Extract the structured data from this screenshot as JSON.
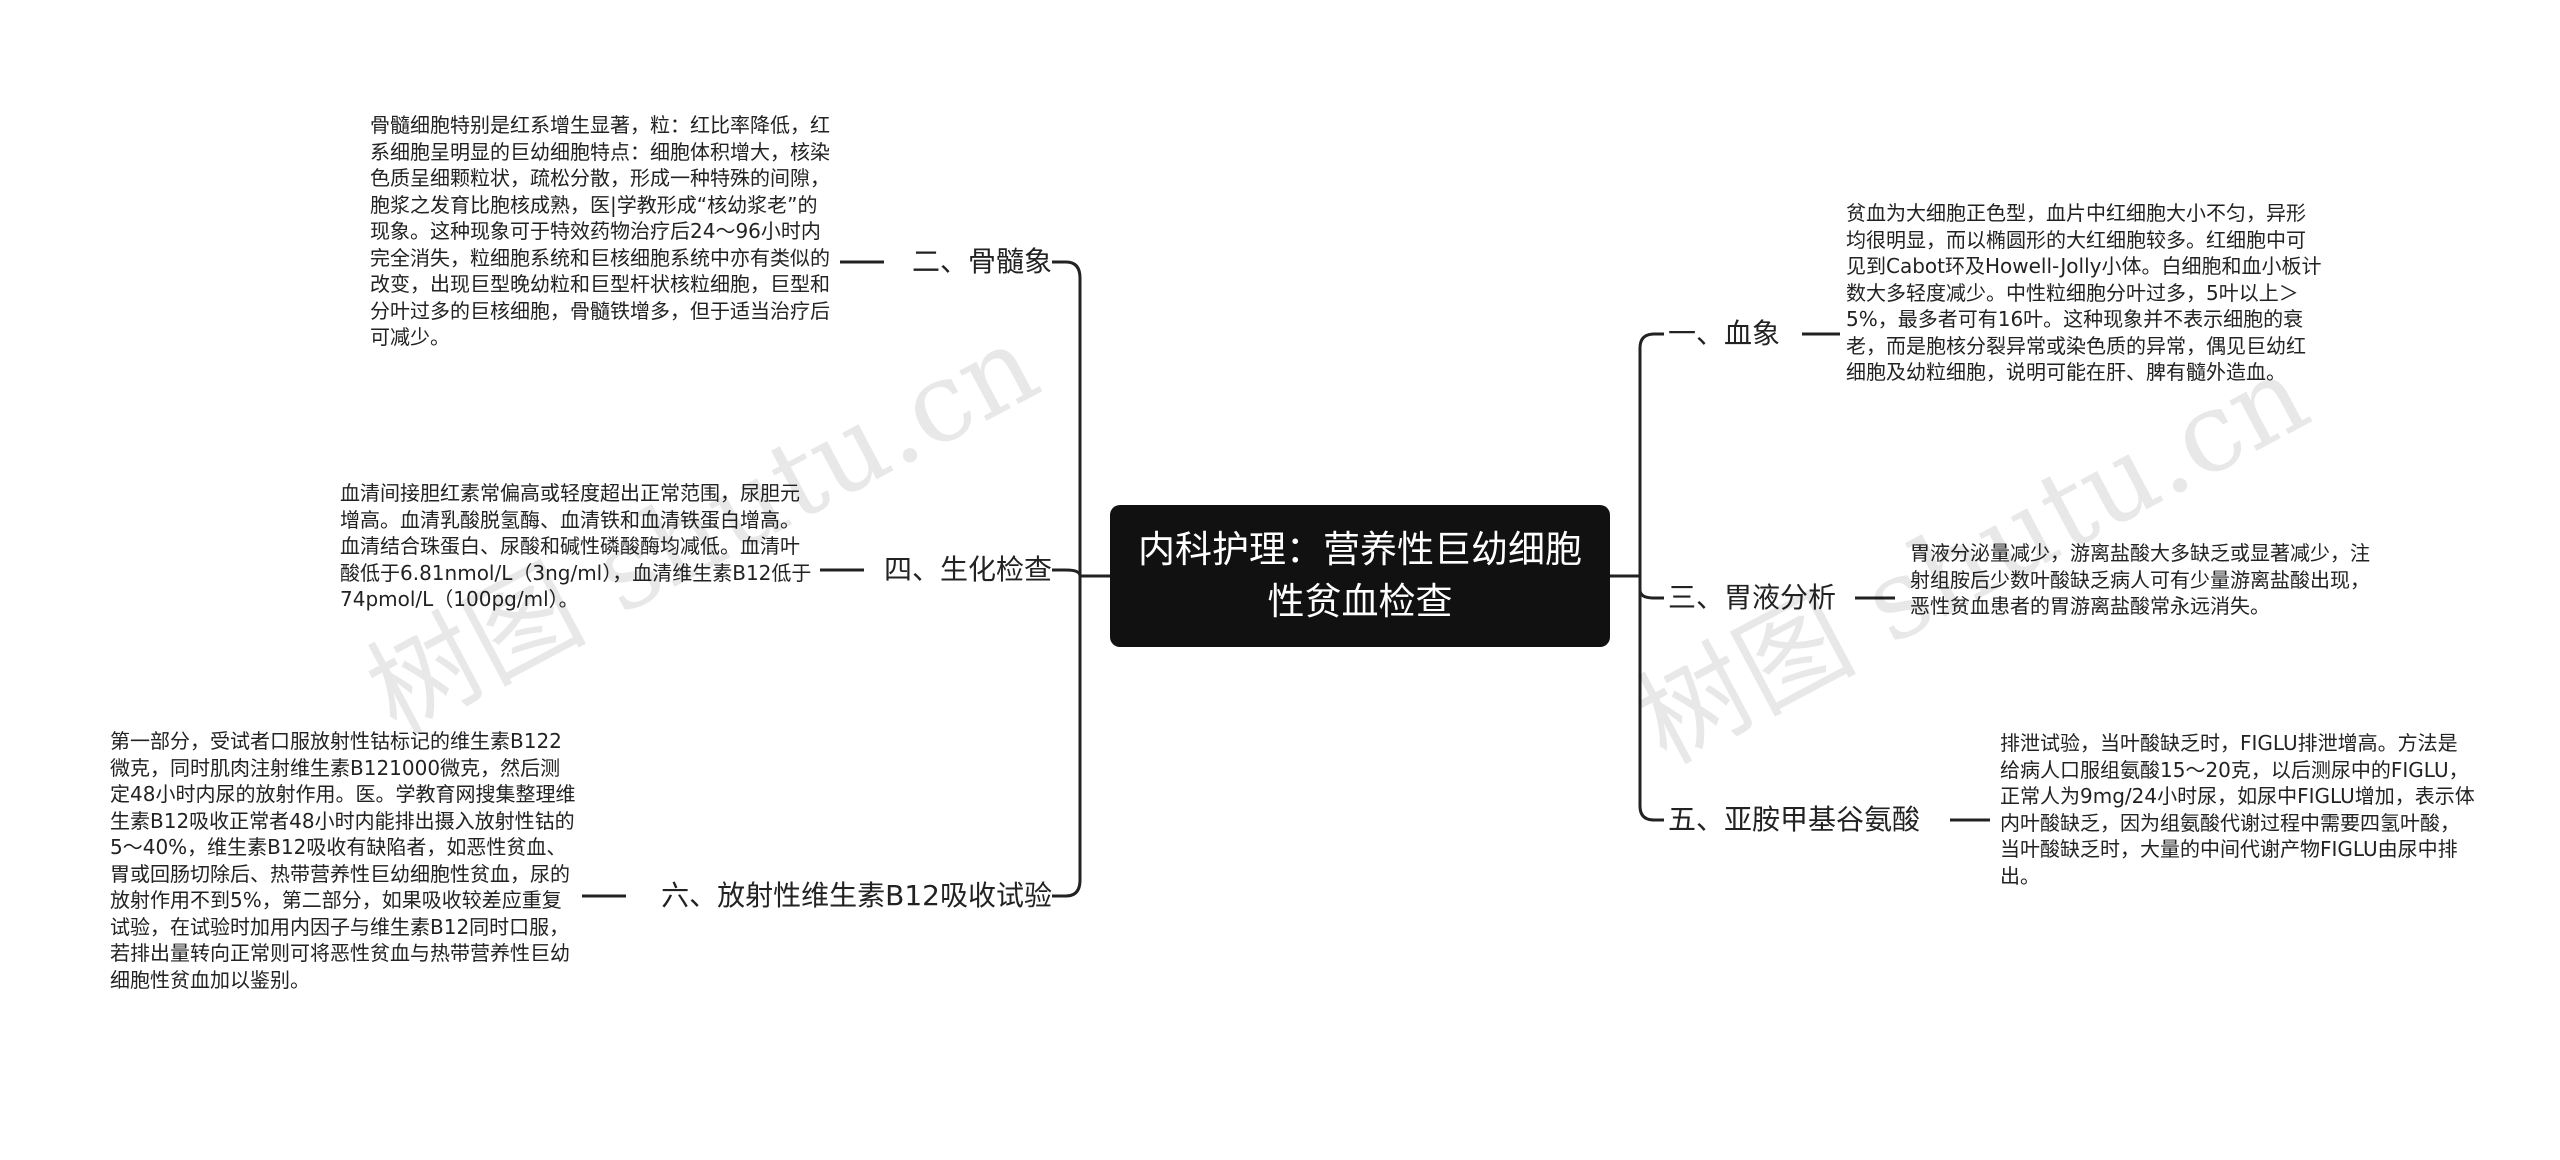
{
  "root": {
    "title": "内科护理：营养性巨幼细胞性贫血检查"
  },
  "branches": {
    "b1": {
      "label": "一、血象",
      "text": "贫血为大细胞正色型，血片中红细胞大小不匀，异形均很明显，而以椭圆形的大红细胞较多。红细胞中可见到Cabot环及Howell-Jolly小体。白细胞和血小板计数大多轻度减少。中性粒细胞分叶过多，5叶以上＞5%，最多者可有16叶。这种现象并不表示细胞的衰老，而是胞核分裂异常或染色质的异常，偶见巨幼红细胞及幼粒细胞，说明可能在肝、脾有髓外造血。"
    },
    "b2": {
      "label": "二、骨髓象",
      "text": "骨髓细胞特别是红系增生显著，粒：红比率降低，红系细胞呈明显的巨幼细胞特点：细胞体积增大，核染色质呈细颗粒状，疏松分散，形成一种特殊的间隙，胞浆之发育比胞核成熟，医|学教形成“核幼浆老”的现象。这种现象可于特效药物治疗后24～96小时内完全消失，粒细胞系统和巨核细胞系统中亦有类似的改变，出现巨型晚幼粒和巨型杆状核粒细胞，巨型和分叶过多的巨核细胞，骨髓铁增多，但于适当治疗后可减少。"
    },
    "b3": {
      "label": "三、胃液分析",
      "text": "胃液分泌量减少，游离盐酸大多缺乏或显著减少，注射组胺后少数叶酸缺乏病人可有少量游离盐酸出现，恶性贫血患者的胃游离盐酸常永远消失。"
    },
    "b4": {
      "label": "四、生化检查",
      "text": "血清间接胆红素常偏高或轻度超出正常范围，尿胆元增高。血清乳酸脱氢酶、血清铁和血清铁蛋白增高。血清结合珠蛋白、尿酸和碱性磷酸酶均减低。血清叶酸低于6.81nmol/L（3ng/ml），血清维生素B12低于74pmol/L（100pg/ml）。"
    },
    "b5": {
      "label": "五、亚胺甲基谷氨酸",
      "text": "排泄试验，当叶酸缺乏时，FIGLU排泄增高。方法是给病人口服组氨酸15～20克，以后测尿中的FIGLU，正常人为9mg/24小时尿，如尿中FIGLU增加，表示体内叶酸缺乏，因为组氨酸代谢过程中需要四氢叶酸，当叶酸缺乏时，大量的中间代谢产物FIGLU由尿中排出。"
    },
    "b6": {
      "label": "六、放射性维生素B12吸收试验",
      "text": "第一部分，受试者口服放射性钴标记的维生素B122微克，同时肌肉注射维生素B121000微克，然后测定48小时内尿的放射作用。医。学教育网搜集整理维生素B12吸收正常者48小时内能排出摄入放射性钴的5～40%，维生素B12吸收有缺陷者，如恶性贫血、胃或回肠切除后、热带营养性巨幼细胞性贫血，尿的放射作用不到5%，第二部分，如果吸收较差应重复试验，在试验时加用内因子与维生素B12同时口服，若排出量转向正常则可将恶性贫血与热带营养性巨幼细胞性贫血加以鉴别。"
    }
  },
  "watermark": "树图 shutu.cn",
  "colors": {
    "root_bg": "#111111",
    "line": "#222222",
    "text": "#222222"
  }
}
